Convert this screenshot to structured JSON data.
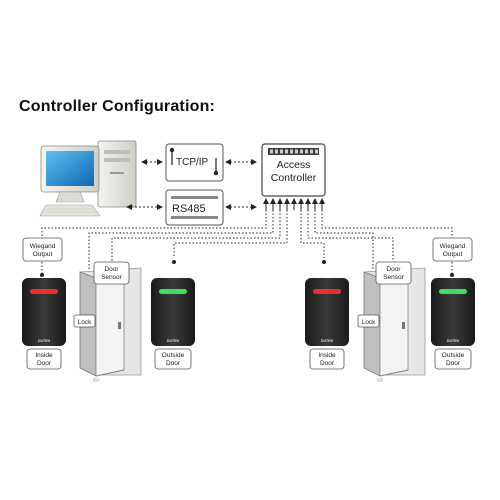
{
  "title": "Controller Configuration:",
  "network": {
    "tcp": "TCP/IP",
    "rs485": "RS485"
  },
  "controller": {
    "line1": "Access",
    "line2": "Controller"
  },
  "labels": {
    "wiegand_line1": "Wiegand",
    "wiegand_line2": "Output",
    "door_sensor_line1": "Door",
    "door_sensor_line2": "Sensor",
    "lock": "Lock",
    "inside_line1": "Inside",
    "inside_line2": "Door",
    "outside_line1": "Outside",
    "outside_line2": "Door",
    "brand": "DUTEN"
  },
  "colors": {
    "led_red": "#e8302a",
    "led_green": "#3fdc62",
    "reader_body": "#2b2b2b",
    "screen_blue": "#1f8fd8"
  }
}
